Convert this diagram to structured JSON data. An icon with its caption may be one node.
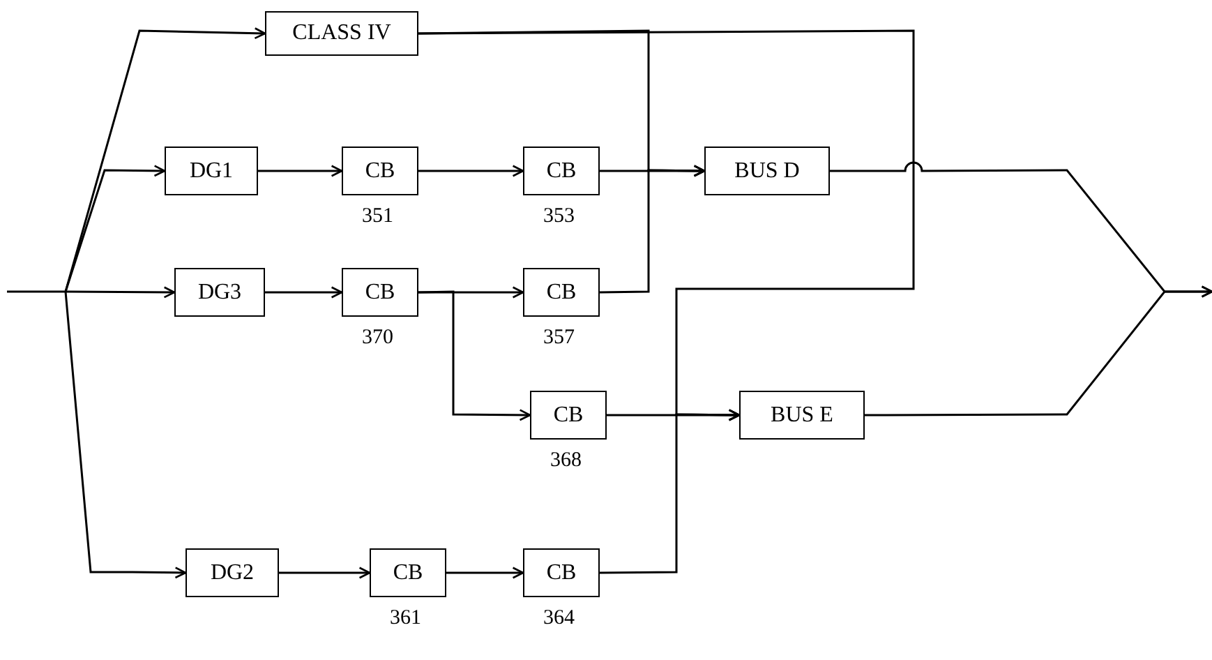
{
  "diagram": {
    "nodes": [
      {
        "text": [
          "CLASS IV"
        ]
      },
      {
        "text": [
          "DG1"
        ]
      },
      {
        "text": [
          "CB"
        ],
        "beside": [
          "351"
        ]
      },
      {
        "text": [
          "CB"
        ],
        "beside": [
          "353"
        ]
      },
      {
        "text": [
          "BUS D"
        ]
      },
      {
        "text": [
          "DG3"
        ]
      },
      {
        "text": [
          "CB"
        ],
        "beside": [
          "370"
        ]
      },
      {
        "text": [
          "CB"
        ],
        "beside": [
          "357"
        ]
      },
      {
        "text": [
          "CB"
        ],
        "beside": [
          "368"
        ]
      },
      {
        "text": [
          "BUS E"
        ]
      },
      {
        "text": [
          "DG2"
        ]
      },
      {
        "text": [
          "CB"
        ],
        "beside": [
          "361"
        ]
      },
      {
        "text": [
          "CB"
        ],
        "beside": [
          "364"
        ]
      }
    ],
    "edges": [
      {
        "from": null,
        "to": 0,
        "arrow": "to"
      },
      {
        "from": null,
        "to": 1,
        "arrow": "to"
      },
      {
        "from": null,
        "to": 5,
        "arrow": "to"
      },
      {
        "from": null,
        "to": 10,
        "arrow": "to"
      },
      {
        "from": 0,
        "to": 4,
        "arrow": "to"
      },
      {
        "from": 0,
        "to": 9,
        "arrow": "to"
      },
      {
        "from": 1,
        "to": 2,
        "arrow": "to"
      },
      {
        "from": 2,
        "to": 3,
        "arrow": "to"
      },
      {
        "from": 3,
        "to": 4,
        "arrow": "to"
      },
      {
        "from": 5,
        "to": 6,
        "arrow": "to"
      },
      {
        "from": 6,
        "to": 7,
        "arrow": "to"
      },
      {
        "from": 6,
        "to": 8,
        "arrow": "to"
      },
      {
        "from": 7,
        "to": 4,
        "arrow": "to"
      },
      {
        "from": 8,
        "to": 9,
        "arrow": "to"
      },
      {
        "from": 10,
        "to": 11,
        "arrow": "to"
      },
      {
        "from": 11,
        "to": 12,
        "arrow": "to"
      },
      {
        "from": 12,
        "to": 9,
        "arrow": "to"
      },
      {
        "from": 4,
        "to": null,
        "arrow": "to"
      },
      {
        "from": 9,
        "to": null,
        "arrow": "to"
      }
    ]
  }
}
